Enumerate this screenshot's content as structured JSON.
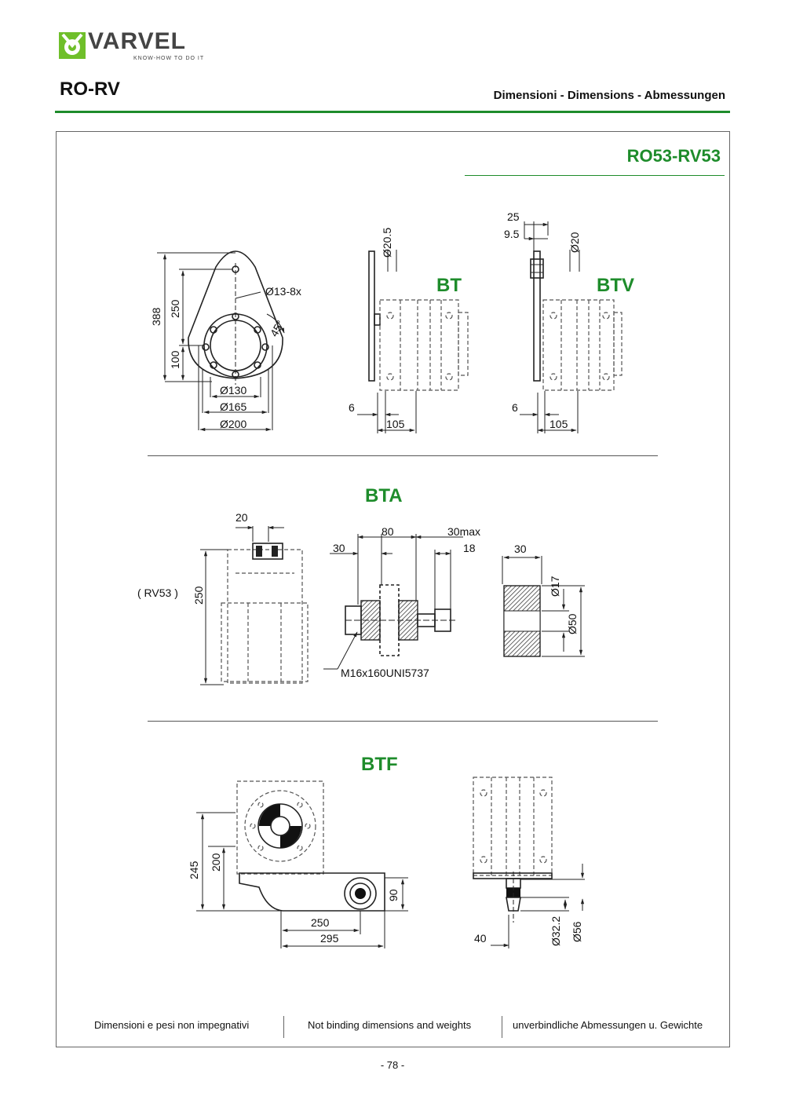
{
  "header": {
    "brand": "VARVEL",
    "tagline": "KNOW-HOW TO DO IT",
    "series": "RO-RV",
    "caption": "Dimensioni - Dimensions - Abmessungen"
  },
  "model": "RO53-RV53",
  "sections": {
    "bt": "BT",
    "btv": "BTV",
    "bta": "BTA",
    "btf": "BTF"
  },
  "dims": {
    "flange": {
      "d388": "388",
      "d250": "250",
      "d100": "100",
      "hole": "Ø13-8x",
      "angle": "45°",
      "d130": "Ø130",
      "d165": "Ø165",
      "d200": "Ø200"
    },
    "bt": {
      "d20_5": "Ø20.5",
      "d6": "6",
      "d105": "105"
    },
    "btv": {
      "d25": "25",
      "d9_5": "9.5",
      "d20": "Ø20",
      "d6": "6",
      "d105": "105"
    },
    "bta": {
      "d20": "20",
      "rv53": "( RV53 )",
      "d250": "250",
      "d30a": "30",
      "d80": "80",
      "d30max": "30max",
      "d18": "18",
      "bolt": "M16x160UNI5737",
      "d30b": "30",
      "d17": "Ø17",
      "d50": "Ø50"
    },
    "btf": {
      "d245": "245",
      "d200": "200",
      "d90": "90",
      "d250": "250",
      "d295": "295",
      "d40": "40",
      "d32_2": "Ø32.2",
      "d56": "Ø56"
    }
  },
  "footer": {
    "it": "Dimensioni e pesi non impegnativi",
    "en": "Not binding dimensions and weights",
    "de": "unverbindliche Abmessungen u. Gewichte"
  },
  "page_number": "- 78 -",
  "colors": {
    "brand_green": "#1e8c2b",
    "line": "#555555"
  }
}
